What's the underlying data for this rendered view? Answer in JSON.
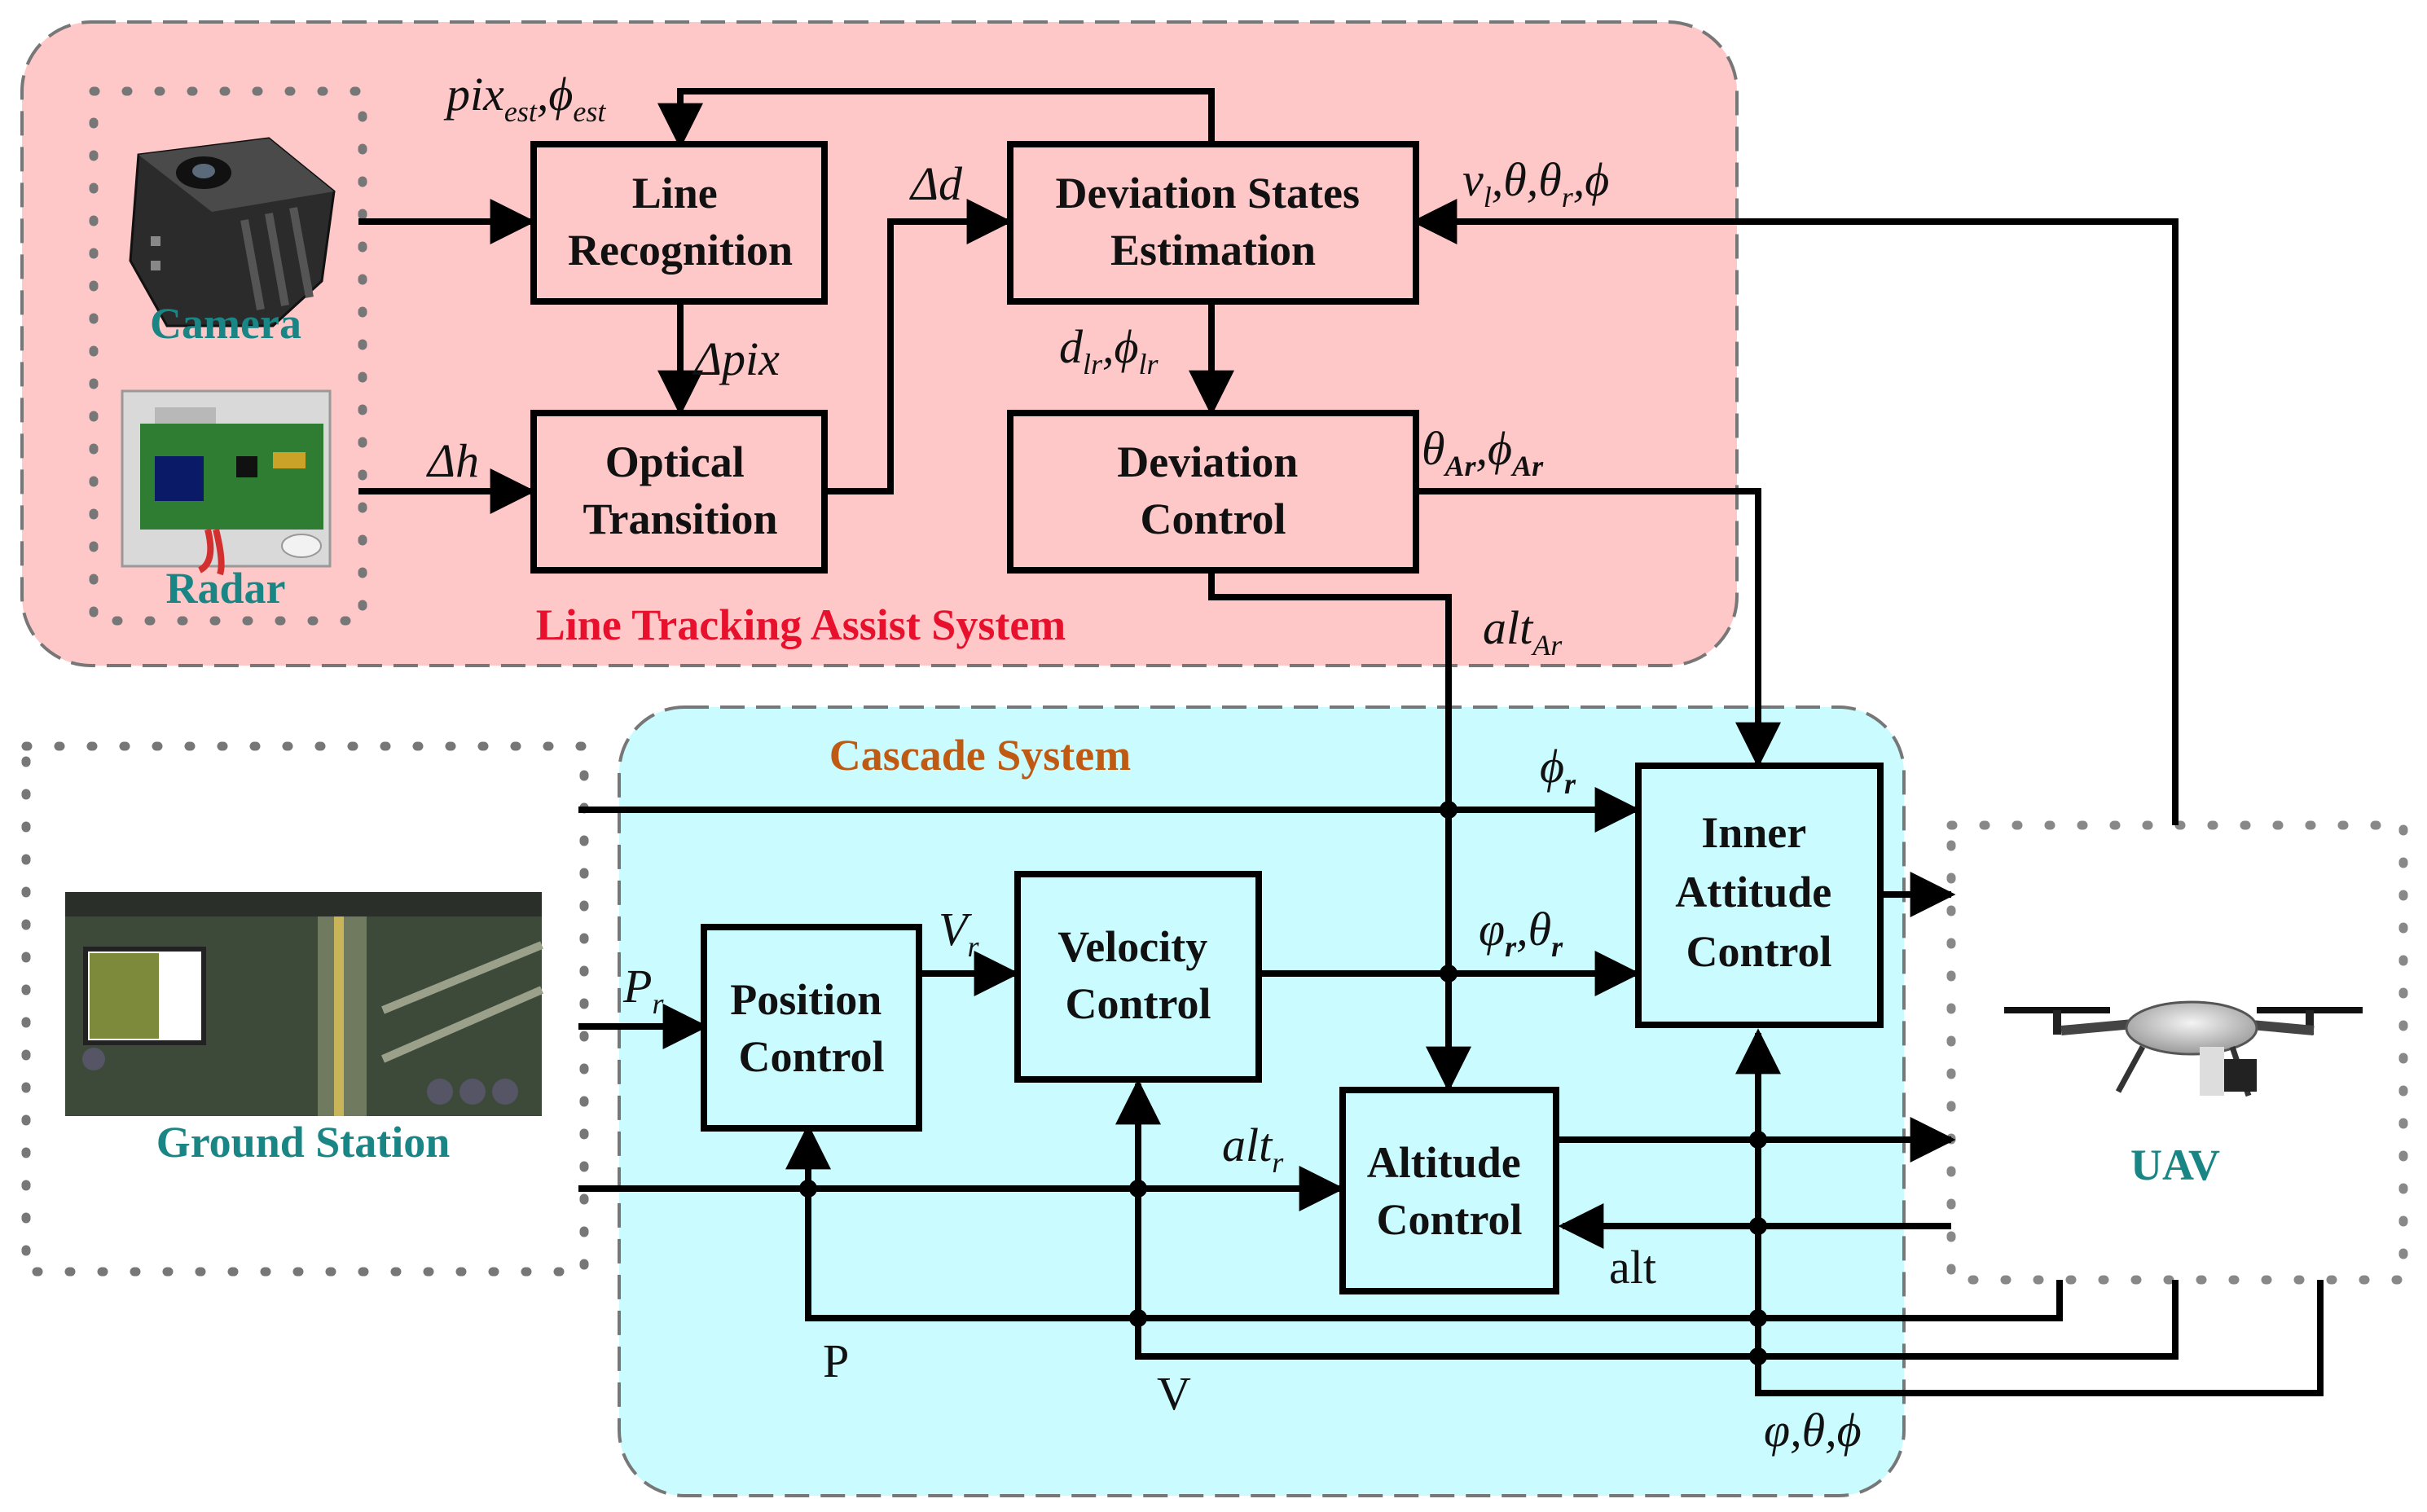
{
  "colors": {
    "assist_bg": "#ffc8c8",
    "cascade_bg": "#c9fbff",
    "assist_title": "#e8112d",
    "cascade_title": "#c05a13",
    "device_label": "#1a8585",
    "line": "#000000",
    "box_border": "#000000"
  },
  "systems": {
    "assist_title": "Line Tracking Assist System",
    "cascade_title": "Cascade System"
  },
  "devices": {
    "camera": "Camera",
    "radar": "Radar",
    "ground_station": "Ground Station",
    "uav": "UAV"
  },
  "blocks": {
    "line_recognition": [
      "Line",
      "Recognition"
    ],
    "optical_transition": [
      "Optical",
      "Transition"
    ],
    "deviation_states_estimation": [
      "Deviation States",
      "Estimation"
    ],
    "deviation_control": [
      "Deviation",
      "Control"
    ],
    "position_control": [
      "Position",
      "Control"
    ],
    "velocity_control": [
      "Velocity",
      "Control"
    ],
    "altitude_control": [
      "Altitude",
      "Control"
    ],
    "inner_attitude_control": [
      "Inner",
      "Attitude",
      "Control"
    ]
  },
  "signals": {
    "pix_est": {
      "main": "pix",
      "sub": "est"
    },
    "phi_est": {
      "main": "ϕ",
      "sub": "est"
    },
    "delta_d": "Δd",
    "delta_pix": "Δpix",
    "delta_h": "Δh",
    "d_lr": {
      "main": "d",
      "sub": "lr"
    },
    "phi_lr": {
      "main": "ϕ",
      "sub": "lr"
    },
    "vl_theta": {
      "v": "v",
      "v_sub": "l",
      "theta": "θ",
      "theta_r": "θ",
      "r_sub": "r",
      "phi": "ϕ"
    },
    "theta_ar": {
      "main": "θ",
      "sub": "Ar"
    },
    "phi_ar": {
      "main": "ϕ",
      "sub": "Ar"
    },
    "alt_ar": {
      "main": "alt",
      "sub": "Ar"
    },
    "phi_r": {
      "main": "ϕ",
      "sub": "r"
    },
    "varphi_r": {
      "main": "φ",
      "sub": "r"
    },
    "theta_r": {
      "main": "θ",
      "sub": "r"
    },
    "v_r": {
      "main": "V",
      "sub": "r"
    },
    "p_r": {
      "main": "P",
      "sub": "r"
    },
    "alt_r": {
      "main": "alt",
      "sub": "r"
    },
    "alt": "alt",
    "p": "P",
    "v": "V",
    "feedback_angles": "φ,θ,ϕ"
  }
}
